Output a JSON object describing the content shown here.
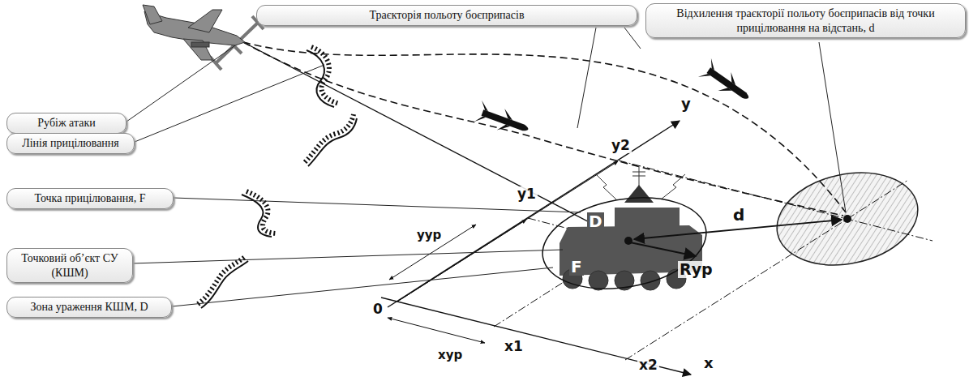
{
  "diagram": {
    "nodes": [
      {
        "text": [
          "Траєкторія польоту боєприпасів"
        ]
      },
      {
        "text": [
          "Відхилення траєкторії польоту боєприпасів від точки прицілювання на відстань, d"
        ]
      },
      {
        "text": [
          "Рубіж атаки"
        ]
      },
      {
        "text": [
          "Лінія прицілювання"
        ]
      },
      {
        "text": [
          "Точка прицілювання, F"
        ]
      },
      {
        "text": [
          "Точковий об’єкт СУ (КШМ)"
        ]
      },
      {
        "text": [
          "Зона ураження КШМ, D"
        ]
      }
    ],
    "labels": [
      "D",
      "F",
      "Rур",
      "d",
      "y",
      "y2",
      "y1",
      "yур",
      "0",
      "xур",
      "x1",
      "x2",
      "x"
    ]
  }
}
